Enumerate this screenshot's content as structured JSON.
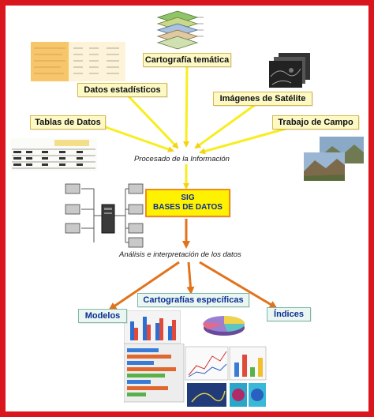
{
  "nodes": {
    "cartografia_tematica": "Cartografía temática",
    "datos_estadisticos": "Datos estadísticos",
    "imagenes_satelite": "Imágenes de Satélite",
    "tablas_datos": "Tablas de Datos",
    "trabajo_campo": "Trabajo de Campo",
    "sig_line1": "SIG",
    "sig_line2": "BASES DE DATOS",
    "cartografias_especificas": "Cartografías específicas",
    "modelos": "Modelos",
    "indices": "Índices"
  },
  "steps": {
    "procesado": "Procesado de la Información",
    "analisis": "Análisis e interpretación de los datos"
  },
  "colors": {
    "frame": "#d9161e",
    "input_arrows": "#f7ee1f",
    "output_arrows": "#e2731c",
    "node_fill": "#fcf9c5",
    "sig_fill": "#fff200",
    "output_text": "#0d2e93"
  },
  "icons": [
    "layered-map-icon",
    "spreadsheet-icon",
    "satellite-image-icon",
    "data-table-icon",
    "landscape-photo-icon",
    "computer-network-icon",
    "bar-chart-icon",
    "pie-chart-icon",
    "chart-collage-icon"
  ]
}
